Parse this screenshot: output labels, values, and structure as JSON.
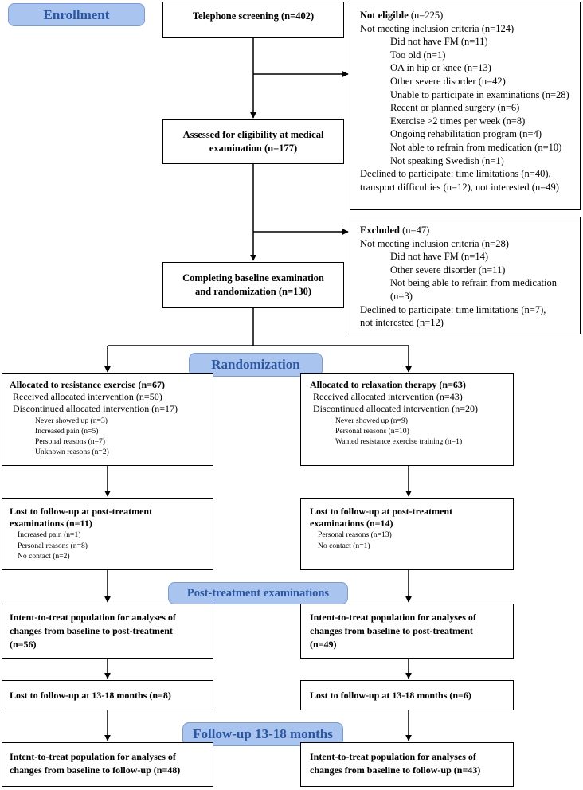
{
  "stages": {
    "enrollment": "Enrollment",
    "randomization": "Randomization",
    "post_treatment": "Post-treatment examinations",
    "follow_up": "Follow-up 13-18 months"
  },
  "screening": "Telephone screening (n=402)",
  "eligibility": [
    "Assessed for eligibility at medical",
    "examination (n=177)"
  ],
  "baseline": [
    "Completing baseline examination",
    "and randomization (n=130)"
  ],
  "not_eligible": {
    "heading": "Not eligible",
    "heading_n": " (n=225)",
    "criteria_title": "Not meeting inclusion criteria (n=124)",
    "reasons": [
      "Did not have FM (n=11)",
      "Too old (n=1)",
      "OA in hip or knee (n=13)",
      "Other severe disorder (n=42)",
      "Unable to participate in examinations (n=28)",
      "Recent or planned surgery (n=6)",
      "Exercise >2 times per week (n=8)",
      "Ongoing rehabilitation program (n=4)",
      "Not able to refrain from medication (n=10)",
      "Not speaking Swedish (n=1)"
    ],
    "declined": [
      "Declined to participate: time limitations (n=40),",
      "transport difficulties (n=12), not interested (n=49)"
    ]
  },
  "excluded": {
    "heading": "Excluded",
    "heading_n": " (n=47)",
    "criteria_title": "Not meeting inclusion criteria (n=28)",
    "reasons": [
      "Did not have FM (n=14)",
      "Other severe disorder (n=11)",
      "Not being able to refrain from medication",
      "(n=3)"
    ],
    "declined": [
      "Declined to participate: time limitations (n=7),",
      " not interested (n=12)"
    ]
  },
  "resistance": {
    "allocated": {
      "title": "Allocated to resistance exercise (n=67)",
      "received": "Received allocated intervention (n=50)",
      "discontinued": "Discontinued allocated intervention (n=17)",
      "reasons": [
        "Never showed up (n=3)",
        "Increased pain (n=5)",
        "Personal reasons (n=7)",
        "Unknown reasons (n=2)"
      ]
    },
    "lost_post": {
      "title": [
        "Lost to follow-up at post-treatment",
        "examinations (n=11)"
      ],
      "reasons": [
        "Increased pain (n=1)",
        "Personal reasons (n=8)",
        "No contact (n=2)"
      ]
    },
    "itt_post": [
      "Intent-to-treat population for analyses of",
      "changes from baseline to post-treatment",
      "(n=56)"
    ],
    "lost_followup": "Lost to follow-up at 13-18 months (n=8)",
    "itt_followup": [
      "Intent-to-treat population for analyses of",
      "changes from baseline to follow-up (n=48)"
    ]
  },
  "relaxation": {
    "allocated": {
      "title": "Allocated to relaxation therapy (n=63)",
      "received": "Received allocated intervention (n=43)",
      "discontinued": "Discontinued allocated intervention (n=20)",
      "reasons": [
        "Never showed up (n=9)",
        "Personal reasons (n=10)",
        "Wanted resistance exercise training (n=1)"
      ]
    },
    "lost_post": {
      "title": [
        "Lost to follow-up at post-treatment",
        "examinations (n=14)"
      ],
      "reasons": [
        "Personal reasons (n=13)",
        "No contact (n=1)"
      ]
    },
    "itt_post": [
      "Intent-to-treat population for analyses of",
      "changes from baseline to post-treatment",
      "(n=49)"
    ],
    "lost_followup": "Lost to follow-up at 13-18 months (n=6)",
    "itt_followup": [
      "Intent-to-treat population for analyses of",
      "changes from baseline to follow-up (n=43)"
    ]
  }
}
